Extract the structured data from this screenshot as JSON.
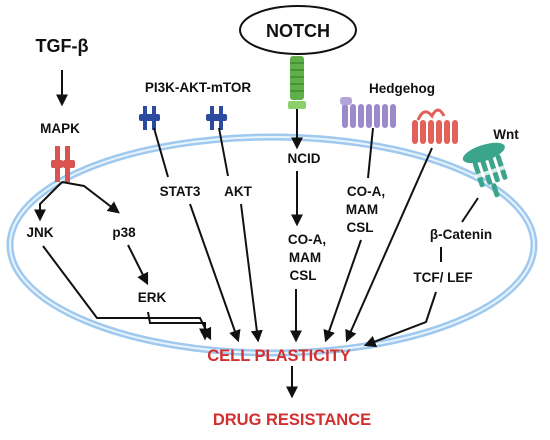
{
  "notch": "NOTCH",
  "tgf": "TGF-β",
  "mapk": "MAPK",
  "pi3k": "PI3K-AKT-mTOR",
  "hedgehog": "Hedgehog",
  "wnt": "Wnt",
  "jnk": "JNK",
  "p38": "p38",
  "erk": "ERK",
  "stat3": "STAT3",
  "akt": "AKT",
  "ncid": "NCID",
  "notch_targets": [
    "CO-A,",
    "MAM",
    "CSL"
  ],
  "hedgehog_targets": [
    "CO-A,",
    "MAM",
    "CSL"
  ],
  "beta_catenin": "β-Catenin",
  "tcf_lef": "TCF/ LEF",
  "cell_plasticity": "CELL PLASTICITY",
  "drug_resistance": "DRUG RESISTANCE",
  "colors": {
    "membrane": "#9fc9ee",
    "mapk_receptor": "#d9534f",
    "pi3k_receptor": "#2b4aa0",
    "notch_receptor": "#5fb04a",
    "hedgehog_smo": "#9b89c9",
    "hedgehog_ptch": "#e0625a",
    "wnt_receptor": "#3aa58a",
    "outcome_text": "#d32f2f"
  }
}
